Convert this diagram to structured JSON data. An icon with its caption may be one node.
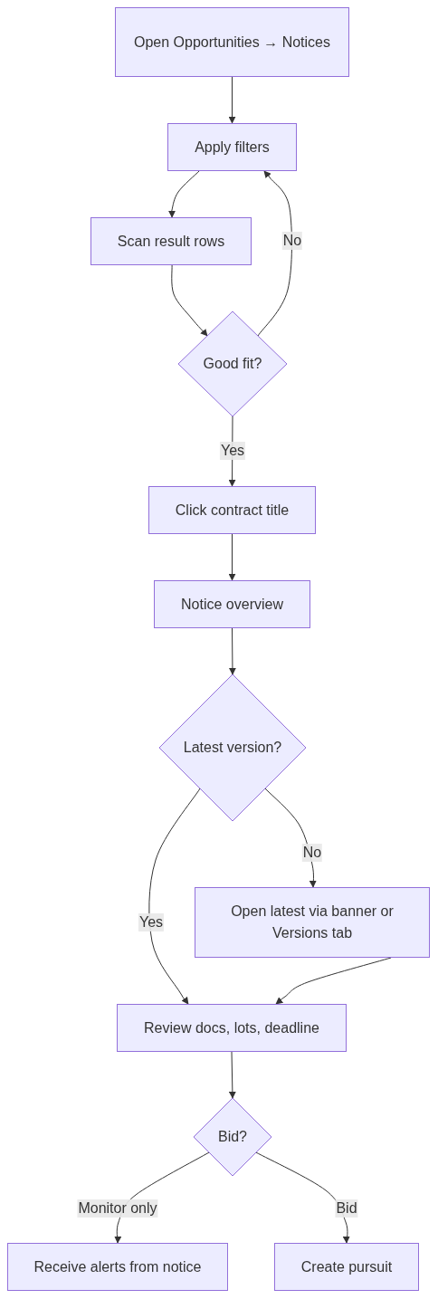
{
  "diagram": {
    "nodes": [
      {
        "text": [
          "Open Opportunities → Notices"
        ]
      },
      {
        "text": [
          "Apply filters"
        ]
      },
      {
        "text": [
          "Scan result rows"
        ]
      },
      {
        "text": [
          "Good fit?"
        ]
      },
      {
        "text": [
          "Click contract title"
        ]
      },
      {
        "text": [
          "Notice overview"
        ]
      },
      {
        "text": [
          "Latest version?"
        ]
      },
      {
        "text": [
          "Open latest via banner or Versions tab"
        ]
      },
      {
        "text": [
          "Review docs, lots, deadline"
        ]
      },
      {
        "text": [
          "Bid?"
        ]
      },
      {
        "text": [
          "Receive alerts from notice"
        ]
      },
      {
        "text": [
          "Create pursuit"
        ]
      }
    ],
    "edges": [
      {
        "from": 0,
        "to": 1,
        "arrow": "to"
      },
      {
        "from": 1,
        "to": 2,
        "arrow": "to"
      },
      {
        "from": 2,
        "to": 3,
        "arrow": "to"
      },
      {
        "from": 3,
        "to": 1,
        "label": "No",
        "arrow": "to"
      },
      {
        "from": 3,
        "to": 4,
        "label": "Yes",
        "arrow": "to"
      },
      {
        "from": 4,
        "to": 5,
        "arrow": "to"
      },
      {
        "from": 5,
        "to": 6,
        "arrow": "to"
      },
      {
        "from": 6,
        "to": 8,
        "label": "Yes",
        "arrow": "to"
      },
      {
        "from": 6,
        "to": 7,
        "label": "No",
        "arrow": "to"
      },
      {
        "from": 7,
        "to": 8,
        "arrow": "to"
      },
      {
        "from": 8,
        "to": 9,
        "arrow": "to"
      },
      {
        "from": 9,
        "to": 10,
        "label": "Monitor only",
        "arrow": "to"
      },
      {
        "from": 9,
        "to": 11,
        "label": "Bid",
        "arrow": "to"
      }
    ]
  }
}
